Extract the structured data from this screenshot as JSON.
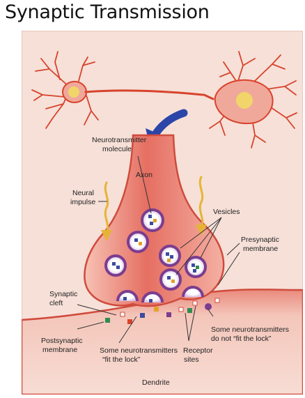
{
  "title": "Synaptic Transmission",
  "labels": {
    "neurotransmitter_molecule_1": "Neurotransmitter",
    "neurotransmitter_molecule_2": "molecule",
    "axon": "Axon",
    "neural_impulse_1": "Neural",
    "neural_impulse_2": "impulse",
    "vesicles": "Vesicles",
    "presynaptic_membrane_1": "Presynaptic",
    "presynaptic_membrane_2": "membrane",
    "synaptic_cleft_1": "Synaptic",
    "synaptic_cleft_2": "cleft",
    "not_fit_1": "Some neurotransmitters",
    "not_fit_2": "do not “fit the lock”",
    "postsynaptic_membrane_1": "Postsynaptic",
    "postsynaptic_membrane_2": "membrane",
    "fit_1": "Some neurotransmitters",
    "fit_2": "“fit the lock”",
    "receptor_sites_1": "Receptor",
    "receptor_sites_2": "sites",
    "dendrite": "Dendrite"
  },
  "colors": {
    "background": "#f6e0d8",
    "axon_fill": "#e56f62",
    "dendrite_fill": "#f2c4b8",
    "vesicle_ring": "#7b3d8f",
    "arrow": "#2b45a8",
    "impulse": "#e6b435",
    "neuron": "#d8432c",
    "nucleus": "#f1d56a"
  }
}
